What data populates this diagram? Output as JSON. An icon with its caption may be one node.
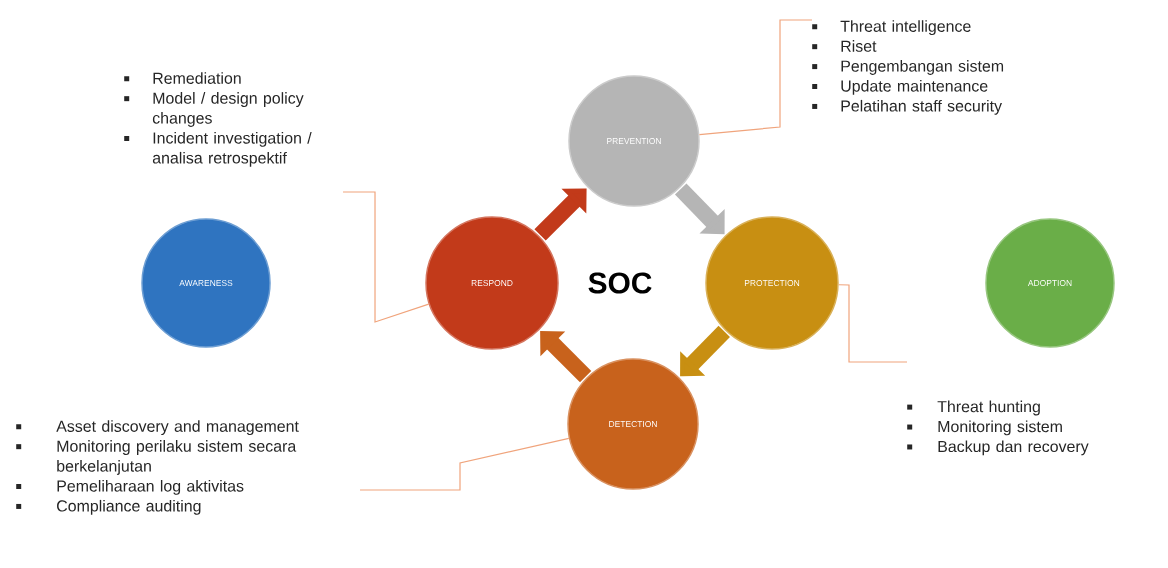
{
  "diagram": {
    "nodes": [
      {
        "text": [
          "PREVENTION"
        ]
      },
      {
        "text": [
          "RESPOND"
        ]
      },
      {
        "text": [
          "PROTECTION"
        ]
      },
      {
        "text": [
          "DETECTION"
        ]
      },
      {
        "text": [
          "AWARENESS"
        ]
      },
      {
        "text": [
          "ADOPTION"
        ]
      },
      {
        "text": [
          "Remediation",
          "Model / design policy changes",
          "Incident investigation / analisa retrospektif"
        ]
      },
      {
        "text": [
          "Threat intelligence",
          "Riset",
          "Pengembangan sistem",
          "Update maintenance",
          "Pelatihan staff security"
        ]
      },
      {
        "text": [
          "Threat hunting",
          "Monitoring sistem",
          "Backup dan recovery"
        ]
      },
      {
        "text": [
          "Asset discovery and management",
          "Monitoring perilaku sistem secara berkelanjutan",
          "Pemeliharaan log aktivitas",
          "Compliance auditing"
        ]
      }
    ],
    "edges": [
      {
        "from": 1,
        "to": 0,
        "arrow": "to",
        "style": "thick",
        "color": "#c23a1a"
      },
      {
        "from": 0,
        "to": 2,
        "arrow": "to",
        "style": "thick",
        "color": "#b5b5b5"
      },
      {
        "from": 2,
        "to": 3,
        "arrow": "to",
        "style": "thick",
        "color": "#c88f12"
      },
      {
        "from": 3,
        "to": 1,
        "arrow": "to",
        "style": "thick",
        "color": "#c8621c"
      },
      {
        "from": 6,
        "to": 1,
        "arrow": "none"
      },
      {
        "from": 7,
        "to": 0,
        "arrow": "none"
      },
      {
        "from": 8,
        "to": 2,
        "arrow": "none"
      },
      {
        "from": 9,
        "to": 3,
        "arrow": "none"
      }
    ],
    "labels": [
      "SOC"
    ]
  }
}
